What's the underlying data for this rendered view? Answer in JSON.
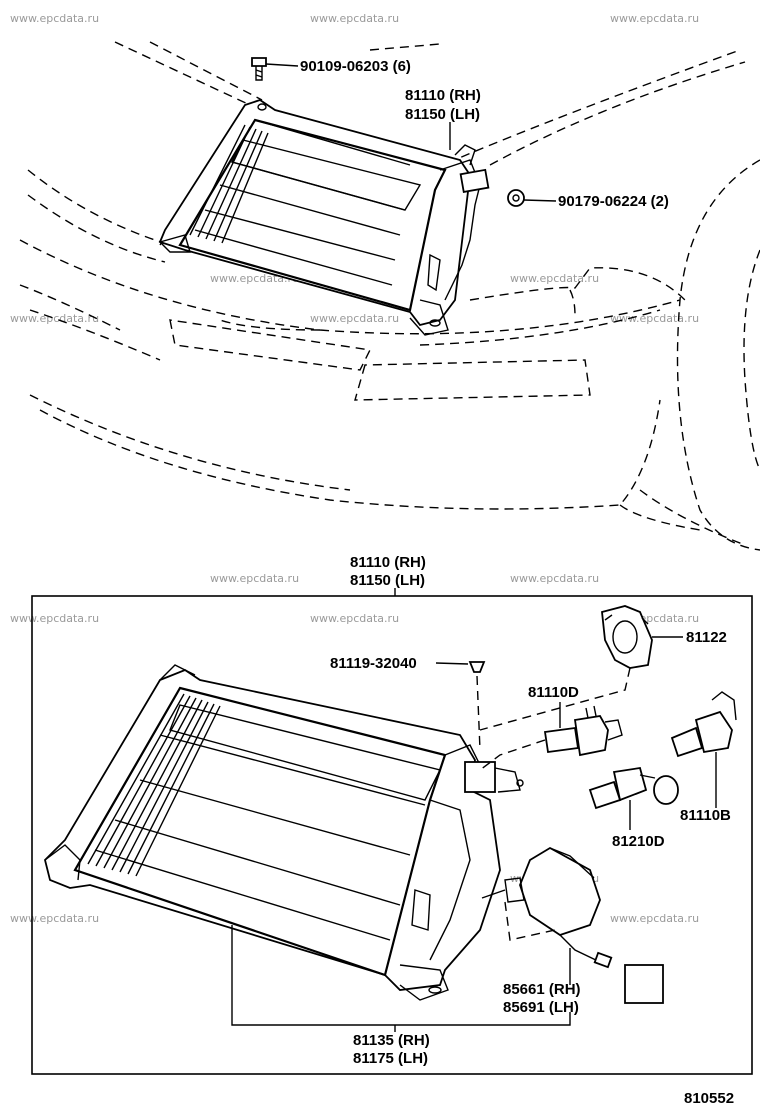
{
  "watermark": "www.epcdata.ru",
  "diagram_id": "810552",
  "top_view": {
    "headlamp_label_rh": "81110 (RH)",
    "headlamp_label_lh": "81150 (LH)",
    "bolt_label": "90109-06203 (6)",
    "nut_label": "90179-06224 (2)"
  },
  "detail_view": {
    "title_rh": "81110 (RH)",
    "title_lh": "81150 (LH)",
    "clip_label": "81119-32040",
    "cover_label": "81122",
    "bulb_hi_label": "81110D",
    "bulb_b_label": "81110B",
    "bulb_d_label": "81210D",
    "leveler_rh": "85661 (RH)",
    "leveler_lh": "85691 (LH)",
    "lens_rh": "81135 (RH)",
    "lens_lh": "81175 (LH)"
  }
}
